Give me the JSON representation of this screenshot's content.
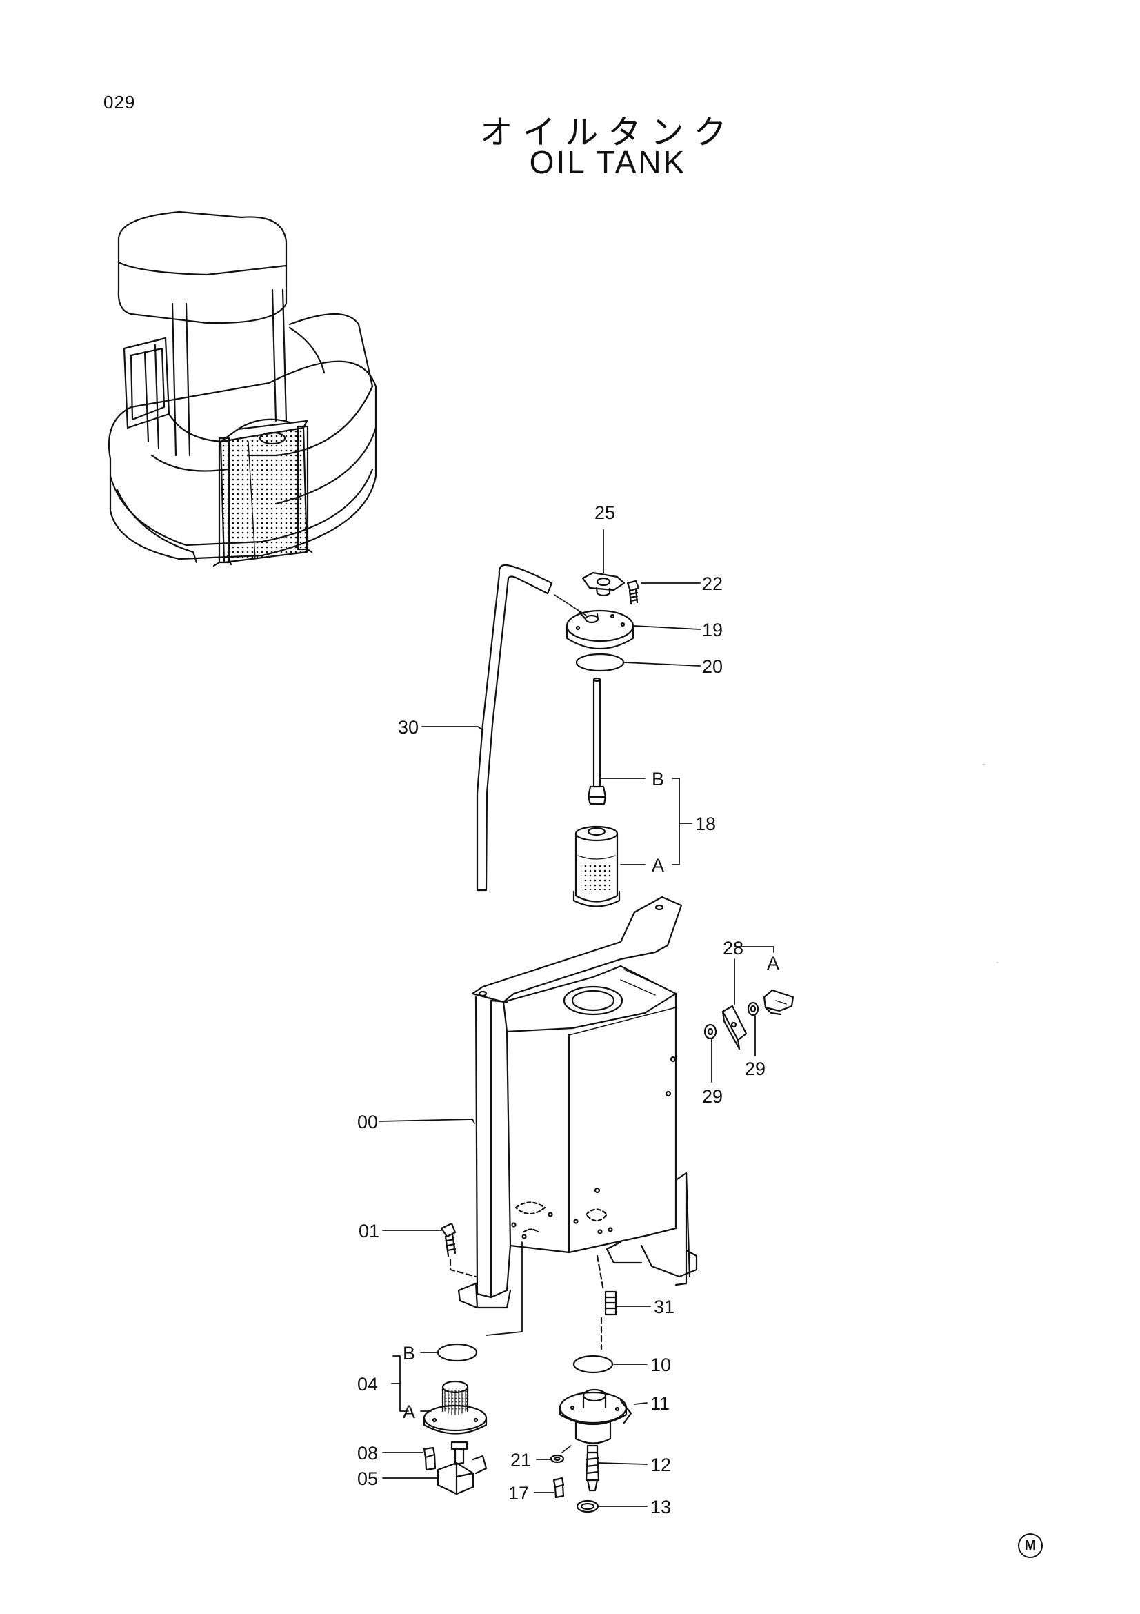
{
  "page": {
    "number": "029",
    "title_ja": "オイルタンク",
    "title_en": "OIL TANK",
    "mark": "M"
  },
  "callouts": {
    "c25": "25",
    "c22": "22",
    "c19": "19",
    "c20": "20",
    "c30": "30",
    "cB1": "B",
    "c18": "18",
    "cA1": "A",
    "c28": "28",
    "cA2": "A",
    "c29a": "29",
    "c29b": "29",
    "c00": "00",
    "c01": "01",
    "c31": "31",
    "cB2": "B",
    "c04": "04",
    "cA3": "A",
    "c10": "10",
    "c11": "11",
    "c08": "08",
    "c05": "05",
    "c21": "21",
    "c12": "12",
    "c17": "17",
    "c13": "13"
  }
}
